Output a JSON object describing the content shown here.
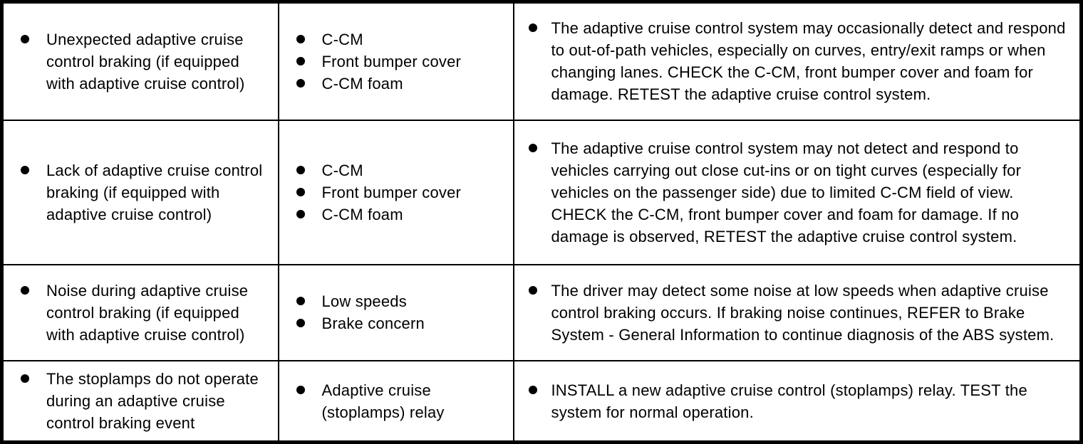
{
  "colors": {
    "background": "#ffffff",
    "text": "#000000",
    "border": "#000000"
  },
  "table": {
    "rows": [
      {
        "symptom": [
          "Unexpected adaptive cruise control braking (if equipped with adaptive cruise control)"
        ],
        "sources": [
          "C-CM",
          "Front bumper cover",
          "C-CM foam"
        ],
        "action": [
          "The adaptive cruise control system may occasionally detect and respond to out-of-path vehicles, especially on curves, entry/exit ramps or when changing lanes. CHECK the C-CM, front bumper cover and foam for damage. RETEST the adaptive cruise control system."
        ]
      },
      {
        "symptom": [
          "Lack of adaptive cruise control braking (if equipped with adaptive cruise control)"
        ],
        "sources": [
          "C-CM",
          "Front bumper cover",
          "C-CM foam"
        ],
        "action": [
          "The adaptive cruise control system may not detect and respond to vehicles carrying out close cut-ins or on tight curves (especially for vehicles on the passenger side) due to limited C-CM field of view. CHECK the C-CM, front bumper cover and foam for damage. If no damage is observed, RETEST the adaptive cruise control system."
        ]
      },
      {
        "symptom": [
          "Noise during adaptive cruise control braking (if equipped with adaptive cruise control)"
        ],
        "sources": [
          "Low speeds",
          "Brake concern"
        ],
        "action": [
          "The driver may detect some noise at low speeds when adaptive cruise control braking occurs. If braking noise continues, REFER to Brake System - General Information to continue diagnosis of the ABS system."
        ]
      },
      {
        "symptom": [
          "The stoplamps do not operate during an adaptive cruise control braking event"
        ],
        "sources": [
          "Adaptive cruise (stoplamps) relay"
        ],
        "action": [
          "INSTALL a new adaptive cruise control (stoplamps) relay. TEST the system for normal operation."
        ]
      }
    ]
  }
}
